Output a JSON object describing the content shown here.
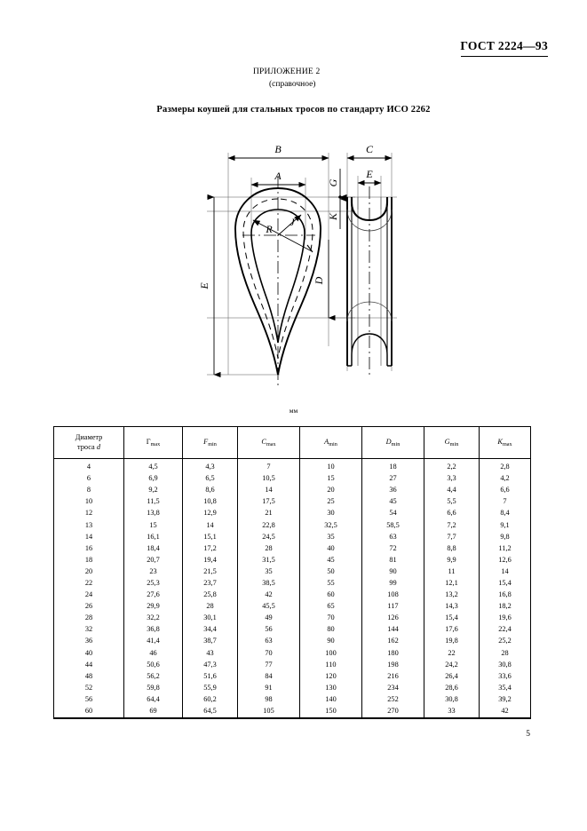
{
  "document": {
    "standard_number": "ГОСТ 2224—93",
    "appendix_label": "ПРИЛОЖЕНИЕ 2",
    "appendix_note": "(справочное)",
    "title": "Размеры коушей для стальных тросов по стандарту ИСО 2262",
    "units_note": "мм",
    "page_number": "5"
  },
  "figure": {
    "caption_dimensions": [
      "A",
      "B",
      "C",
      "D",
      "E",
      "G",
      "J",
      "K",
      "R"
    ],
    "labels": {
      "width_outer": "B",
      "width_inner": "A",
      "thickness_outer": "C",
      "thickness_inner": "E",
      "groove_top": "G",
      "groove_depth": "K",
      "height_total": "E",
      "depth": "D",
      "radius_small": "R",
      "radius_large": "J"
    }
  },
  "table": {
    "headers": [
      {
        "main": "Диаметр",
        "second": "троса",
        "italic": "d",
        "sub": ""
      },
      {
        "main": "Г",
        "sub": "max",
        "upright": true
      },
      {
        "main": "F",
        "sub": "min",
        "upright": false
      },
      {
        "main": "C",
        "sub": "max",
        "upright": false
      },
      {
        "main": "A",
        "sub": "min",
        "upright": false
      },
      {
        "main": "D",
        "sub": "min",
        "upright": false
      },
      {
        "main": "G",
        "sub": "min",
        "upright": false
      },
      {
        "main": "K",
        "sub": "max",
        "upright": false
      }
    ],
    "rows": [
      [
        "4",
        "4,5",
        "4,3",
        "7",
        "10",
        "18",
        "2,2",
        "2,8"
      ],
      [
        "6",
        "6,9",
        "6,5",
        "10,5",
        "15",
        "27",
        "3,3",
        "4,2"
      ],
      [
        "8",
        "9,2",
        "8,6",
        "14",
        "20",
        "36",
        "4,4",
        "6,6"
      ],
      [
        "10",
        "11,5",
        "10,8",
        "17,5",
        "25",
        "45",
        "5,5",
        "7"
      ],
      [
        "12",
        "13,8",
        "12,9",
        "21",
        "30",
        "54",
        "6,6",
        "8,4"
      ],
      [
        "13",
        "15",
        "14",
        "22,8",
        "32,5",
        "58,5",
        "7,2",
        "9,1"
      ],
      [
        "14",
        "16,1",
        "15,1",
        "24,5",
        "35",
        "63",
        "7,7",
        "9,8"
      ],
      [
        "16",
        "18,4",
        "17,2",
        "28",
        "40",
        "72",
        "8,8",
        "11,2"
      ],
      [
        "18",
        "20,7",
        "19,4",
        "31,5",
        "45",
        "81",
        "9,9",
        "12,6"
      ],
      [
        "20",
        "23",
        "21,5",
        "35",
        "50",
        "90",
        "11",
        "14"
      ],
      [
        "22",
        "25,3",
        "23,7",
        "38,5",
        "55",
        "99",
        "12,1",
        "15,4"
      ],
      [
        "24",
        "27,6",
        "25,8",
        "42",
        "60",
        "108",
        "13,2",
        "16,8"
      ],
      [
        "26",
        "29,9",
        "28",
        "45,5",
        "65",
        "117",
        "14,3",
        "18,2"
      ],
      [
        "28",
        "32,2",
        "30,1",
        "49",
        "70",
        "126",
        "15,4",
        "19,6"
      ],
      [
        "32",
        "36,8",
        "34,4",
        "56",
        "80",
        "144",
        "17,6",
        "22,4"
      ],
      [
        "36",
        "41,4",
        "38,7",
        "63",
        "90",
        "162",
        "19,8",
        "25,2"
      ],
      [
        "40",
        "46",
        "43",
        "70",
        "100",
        "180",
        "22",
        "28"
      ],
      [
        "44",
        "50,6",
        "47,3",
        "77",
        "110",
        "198",
        "24,2",
        "30,8"
      ],
      [
        "48",
        "56,2",
        "51,6",
        "84",
        "120",
        "216",
        "26,4",
        "33,6"
      ],
      [
        "52",
        "59,8",
        "55,9",
        "91",
        "130",
        "234",
        "28,6",
        "35,4"
      ],
      [
        "56",
        "64,4",
        "60,2",
        "98",
        "140",
        "252",
        "30,8",
        "39,2"
      ],
      [
        "60",
        "69",
        "64,5",
        "105",
        "150",
        "270",
        "33",
        "42"
      ]
    ]
  }
}
